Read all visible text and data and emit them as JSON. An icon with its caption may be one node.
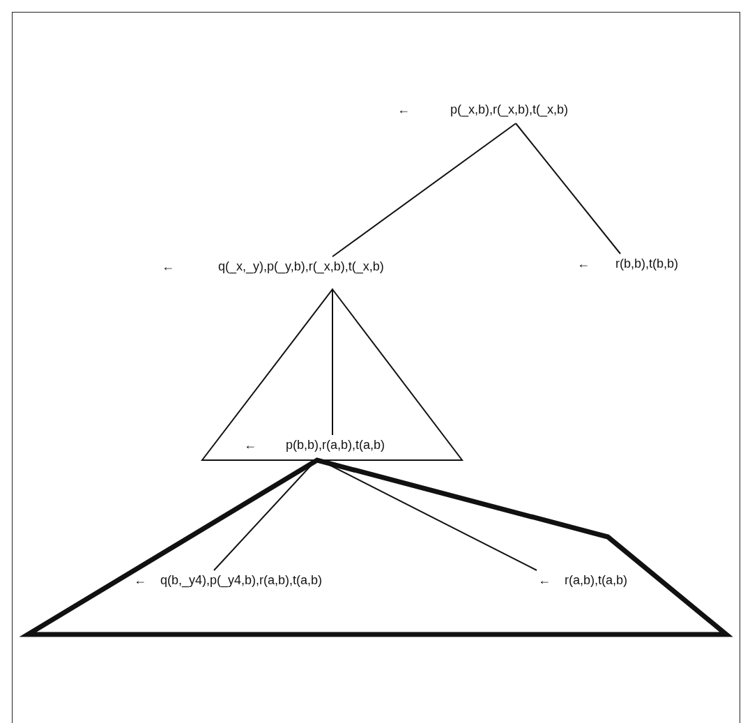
{
  "diagram": {
    "nodes": [
      {
        "text": [
          "←",
          "p(_x,b),r(_x,b),t(_x,b)"
        ]
      },
      {
        "text": [
          "←",
          "q(_x,_y),p(_y,b),r(_x,b),t(_x,b)"
        ]
      },
      {
        "text": [
          "←",
          "r(b,b),t(b,b)"
        ]
      },
      {
        "text": [
          "←",
          "p(b,b),r(a,b),t(a,b)"
        ]
      },
      {
        "text": [
          "←",
          "q(b,_y4),p(_y4,b),r(a,b),t(a,b)"
        ]
      },
      {
        "text": [
          "←",
          "r(a,b),t(a,b)"
        ]
      }
    ],
    "edges": [
      {
        "from": 0,
        "to": 1,
        "arrow": "none"
      },
      {
        "from": 0,
        "to": 2,
        "arrow": "none"
      },
      {
        "from": 1,
        "to": 3,
        "arrow": "none"
      },
      {
        "from": 3,
        "to": 4,
        "arrow": "none"
      },
      {
        "from": 3,
        "to": 5,
        "arrow": "none"
      }
    ]
  }
}
